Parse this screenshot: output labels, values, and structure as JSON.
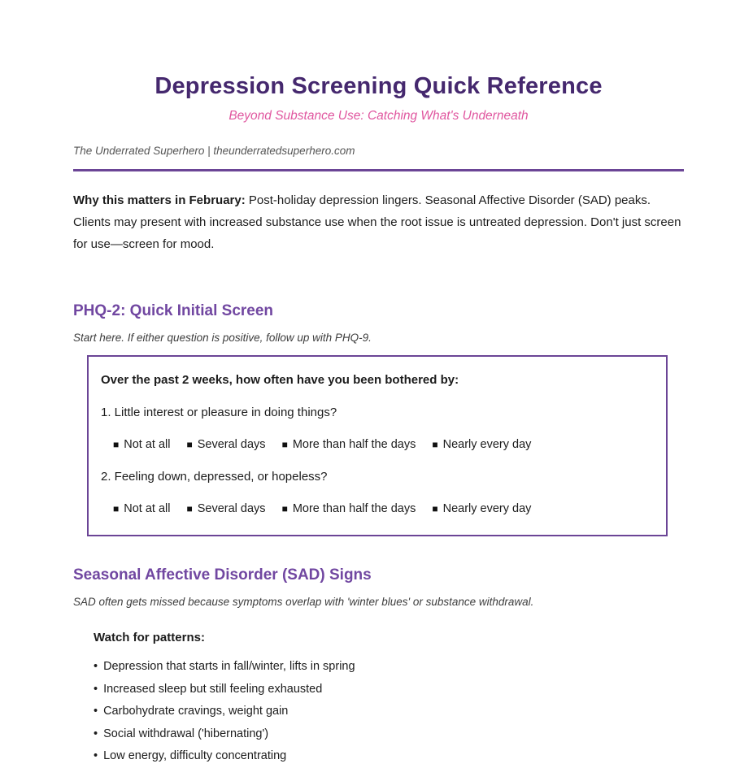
{
  "page": {
    "title": "Depression Screening Quick Reference",
    "subtitle": "Beyond Substance Use: Catching What's Underneath",
    "byline": "The Underrated Superhero | theunderratedsuperhero.com"
  },
  "intro": {
    "label": "Why this matters in February:",
    "text": " Post-holiday depression lingers. Seasonal Affective Disorder (SAD) peaks. Clients may present with increased substance use when the root issue is untreated depression. Don't just screen for use—screen for mood."
  },
  "phq2": {
    "heading": "PHQ-2: Quick Initial Screen",
    "note": "Start here. If either question is positive, follow up with PHQ-9.",
    "box": {
      "prompt": "Over the past 2 weeks, how often have you been bothered by:",
      "questions": [
        "1. Little interest or pleasure in doing things?",
        "2. Feeling down, depressed, or hopeless?"
      ],
      "options": [
        "Not at all",
        "Several days",
        "More than half the days",
        "Nearly every day"
      ],
      "checkbox_glyph": "■"
    }
  },
  "sad": {
    "heading": "Seasonal Affective Disorder (SAD) Signs",
    "note": "SAD often gets missed because symptoms overlap with 'winter blues' or substance withdrawal.",
    "patterns_label": "Watch for patterns:",
    "bullet_glyph": "•",
    "patterns": [
      "Depression that starts in fall/winter, lifts in spring",
      "Increased sleep but still feeling exhausted",
      "Carbohydrate cravings, weight gain",
      "Social withdrawal ('hibernating')",
      "Low energy, difficulty concentrating"
    ]
  },
  "colors": {
    "title": "#45286e",
    "subtitle_pink": "#e0569f",
    "heading_purple": "#7147a1",
    "rule_purple": "#6b4596",
    "box_border": "#6b4596"
  }
}
